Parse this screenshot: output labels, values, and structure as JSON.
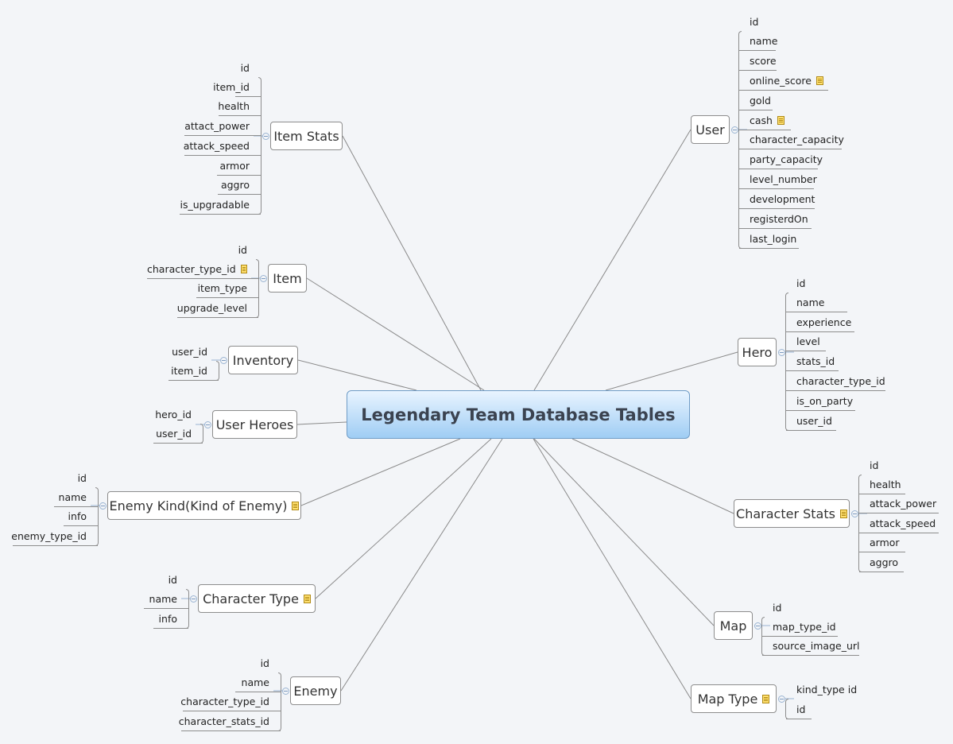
{
  "title": "Legendary Team Database Tables",
  "tables": [
    {
      "name": "Item Stats",
      "note": false,
      "fields": [
        {
          "label": "id"
        },
        {
          "label": "item_id"
        },
        {
          "label": "health"
        },
        {
          "label": "attact_power"
        },
        {
          "label": "attack_speed"
        },
        {
          "label": "armor"
        },
        {
          "label": "aggro"
        },
        {
          "label": "is_upgradable"
        }
      ]
    },
    {
      "name": "Item",
      "note": false,
      "fields": [
        {
          "label": "id"
        },
        {
          "label": "character_type_id",
          "note": true
        },
        {
          "label": "item_type"
        },
        {
          "label": "upgrade_level"
        }
      ]
    },
    {
      "name": "Inventory",
      "note": false,
      "fields": [
        {
          "label": "user_id"
        },
        {
          "label": "item_id"
        }
      ]
    },
    {
      "name": "User Heroes",
      "note": false,
      "fields": [
        {
          "label": "hero_id"
        },
        {
          "label": "user_id"
        }
      ]
    },
    {
      "name": "Enemy Kind(Kind of Enemy)",
      "note": true,
      "fields": [
        {
          "label": "id"
        },
        {
          "label": "name"
        },
        {
          "label": "info"
        },
        {
          "label": "enemy_type_id"
        }
      ]
    },
    {
      "name": "Character Type",
      "note": true,
      "fields": [
        {
          "label": "id"
        },
        {
          "label": "name"
        },
        {
          "label": "info"
        }
      ]
    },
    {
      "name": "Enemy",
      "note": false,
      "fields": [
        {
          "label": "id"
        },
        {
          "label": "name"
        },
        {
          "label": "character_type_id"
        },
        {
          "label": "character_stats_id"
        }
      ]
    },
    {
      "name": "User",
      "note": false,
      "fields": [
        {
          "label": "id"
        },
        {
          "label": "name"
        },
        {
          "label": "score"
        },
        {
          "label": "online_score",
          "note": true
        },
        {
          "label": "gold"
        },
        {
          "label": "cash",
          "note": true
        },
        {
          "label": "character_capacity"
        },
        {
          "label": "party_capacity"
        },
        {
          "label": "level_number"
        },
        {
          "label": "development"
        },
        {
          "label": "registerdOn"
        },
        {
          "label": "last_login"
        }
      ]
    },
    {
      "name": "Hero",
      "note": false,
      "fields": [
        {
          "label": "id"
        },
        {
          "label": "name"
        },
        {
          "label": "experience"
        },
        {
          "label": "level"
        },
        {
          "label": "stats_id"
        },
        {
          "label": "character_type_id"
        },
        {
          "label": "is_on_party"
        },
        {
          "label": "user_id"
        }
      ]
    },
    {
      "name": "Character Stats",
      "note": true,
      "fields": [
        {
          "label": "id"
        },
        {
          "label": "health"
        },
        {
          "label": "attack_power"
        },
        {
          "label": "attack_speed"
        },
        {
          "label": "armor"
        },
        {
          "label": "aggro"
        }
      ]
    },
    {
      "name": "Map",
      "note": false,
      "fields": [
        {
          "label": "id"
        },
        {
          "label": "map_type_id"
        },
        {
          "label": "source_image_url"
        }
      ]
    },
    {
      "name": "Map Type",
      "note": true,
      "fields": [
        {
          "label": "kind_type id"
        },
        {
          "label": "id"
        }
      ]
    }
  ]
}
